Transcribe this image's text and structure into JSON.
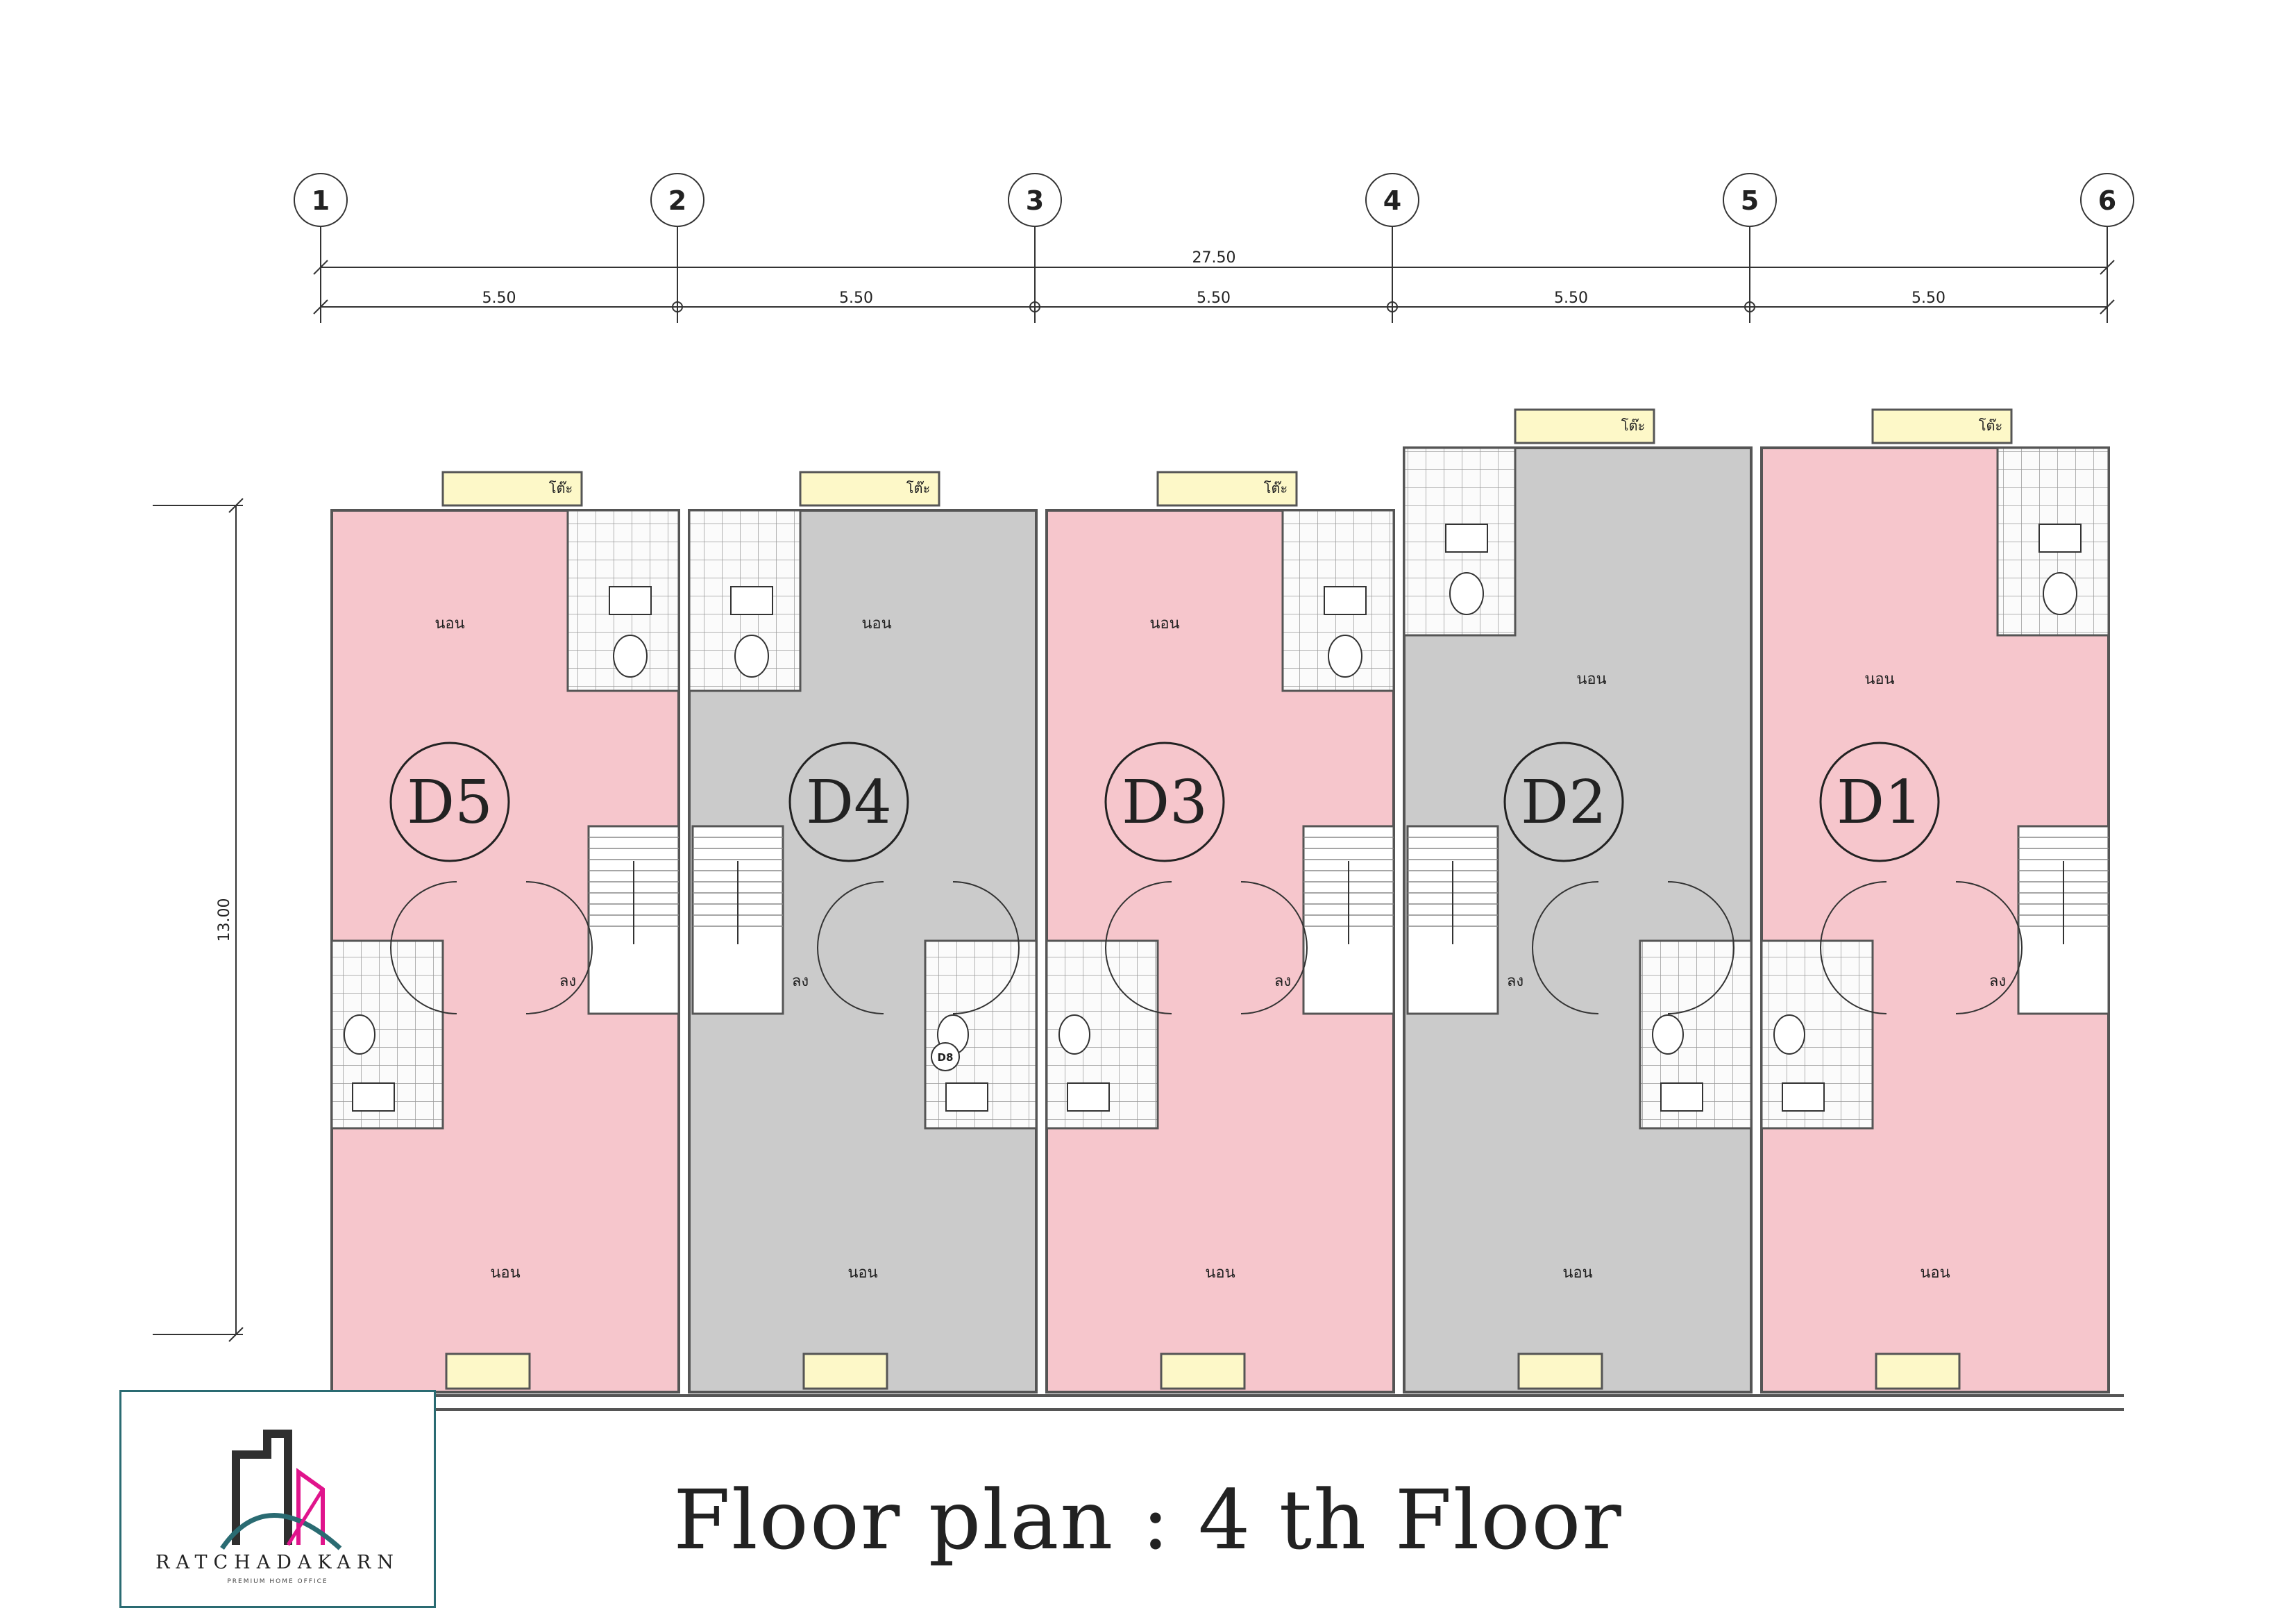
{
  "title": "Floor plan : 4 th Floor",
  "grid_labels": [
    "1",
    "2",
    "3",
    "4",
    "5",
    "6"
  ],
  "dimensions": {
    "overall": "27.50",
    "bays": [
      "5.50",
      "5.50",
      "5.50",
      "5.50",
      "5.50"
    ],
    "depth": "13.00"
  },
  "units": [
    {
      "id": "D5",
      "color": "#f6c6cc",
      "top_room": "นอน",
      "bottom_room": "นอน",
      "stair_label": "ลง",
      "balcony_label": "โต๊ะ"
    },
    {
      "id": "D4",
      "color": "#cbcbcb",
      "top_room": "นอน",
      "bottom_room": "นอน",
      "stair_label": "ลง",
      "balcony_label": "โต๊ะ"
    },
    {
      "id": "D3",
      "color": "#f6c6cc",
      "top_room": "นอน",
      "bottom_room": "นอน",
      "stair_label": "ลง",
      "balcony_label": "โต๊ะ"
    },
    {
      "id": "D2",
      "color": "#cbcbcb",
      "top_room": "นอน",
      "bottom_room": "นอน",
      "stair_label": "ลง",
      "balcony_label": "โต๊ะ"
    },
    {
      "id": "D1",
      "color": "#f6c6cc",
      "top_room": "นอน",
      "bottom_room": "นอน",
      "stair_label": "ลง",
      "balcony_label": "โต๊ะ"
    }
  ],
  "door_tag": "D8",
  "logo": {
    "name": "RATCHADAKARN",
    "tagline": "PREMIUM HOME OFFICE"
  },
  "colors": {
    "pink_unit": "#f6c6cc",
    "gray_unit": "#cbcbcb",
    "balcony": "#fdf8c8",
    "wall": "#555555",
    "logo_teal": "#2a6b72",
    "logo_magenta": "#e0148c"
  }
}
